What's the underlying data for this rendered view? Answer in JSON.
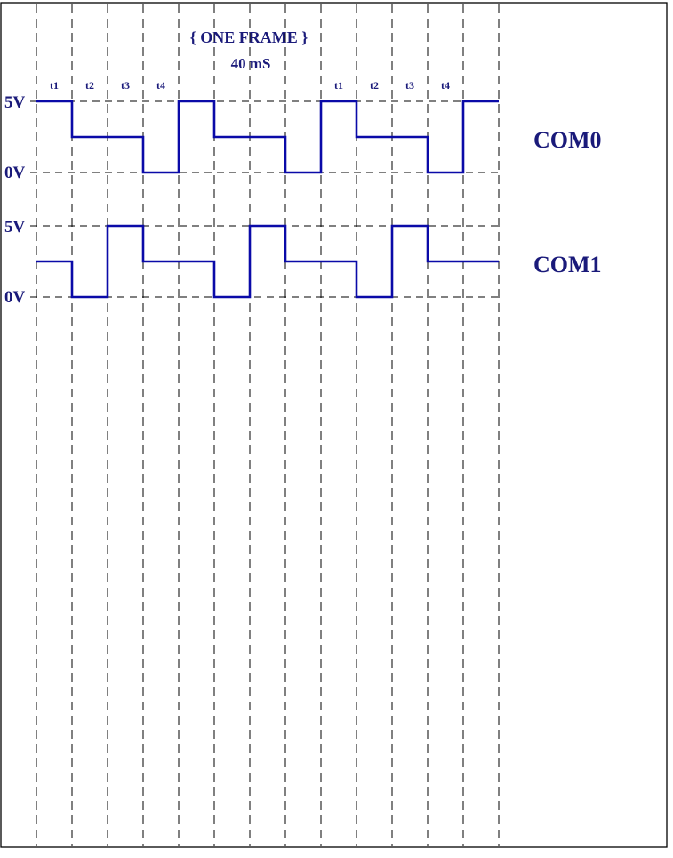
{
  "header": {
    "frame_label": "{  ONE FRAME }",
    "frame_duration": "40 mS"
  },
  "slot_labels": [
    "t1",
    "t2",
    "t3",
    "t4",
    "t1",
    "t2",
    "t3",
    "t4"
  ],
  "voltage_labels": {
    "com0_high": "5V",
    "com0_low": "0V",
    "com1_high": "5V",
    "com1_low": "0V"
  },
  "signals": [
    {
      "name": "COM0",
      "levels": [
        1,
        0.5,
        0.5,
        0,
        1,
        0.5,
        0.5,
        0,
        1,
        0.5,
        0.5,
        0,
        1
      ]
    },
    {
      "name": "COM1",
      "levels": [
        0.5,
        0,
        1,
        0.5,
        0.5,
        0,
        1,
        0.5,
        0.5,
        0,
        1,
        0.5,
        0.5
      ]
    }
  ],
  "colors": {
    "signal": "#0a0aa8",
    "text": "#1a1a7a",
    "grid": "#000000",
    "border": "#000000"
  }
}
